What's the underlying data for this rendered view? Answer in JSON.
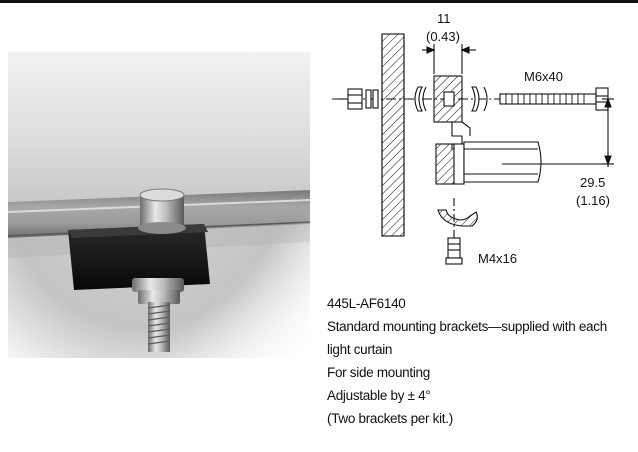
{
  "drawing": {
    "dimension_top_mm": "11",
    "dimension_top_in": "(0.43)",
    "dimension_side_mm": "29.5",
    "dimension_side_in": "(1.16)",
    "screw_upper": "M6x40",
    "screw_lower": "M4x16"
  },
  "caption": {
    "part_number": "445L-AF6140",
    "description": "Standard mounting brackets—supplied with each light curtain",
    "mounting": "For side mounting",
    "adjustable": "Adjustable by ± 4°",
    "kit_note": "(Two brackets per kit.)"
  }
}
